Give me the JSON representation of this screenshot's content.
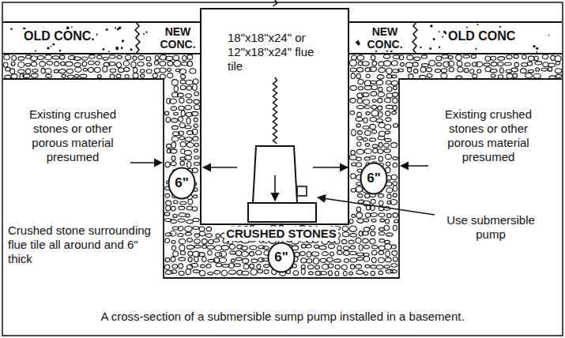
{
  "diagram": {
    "caption": "A cross-section of a submersible sump pump installed in a basement.",
    "nodes": [
      {
        "text": [
          "18\"x18\"x24\" or 12\"x18\"x24\" flue tile"
        ]
      },
      {
        "text": [
          "6\""
        ]
      },
      {
        "text": [
          "6\""
        ]
      },
      {
        "text": [
          "6\""
        ]
      }
    ],
    "labels": [
      "OLD CONC.",
      "NEW CONC.",
      "NEW CONC.",
      "OLD CONC",
      "Existing crushed stones or other porous material presumed",
      "Existing crushed stones or other porous material presumed",
      "Crushed stone surrounding flue tile all around and 6\" thick",
      "CRUSHED STONES",
      "Use submersible pump"
    ]
  }
}
